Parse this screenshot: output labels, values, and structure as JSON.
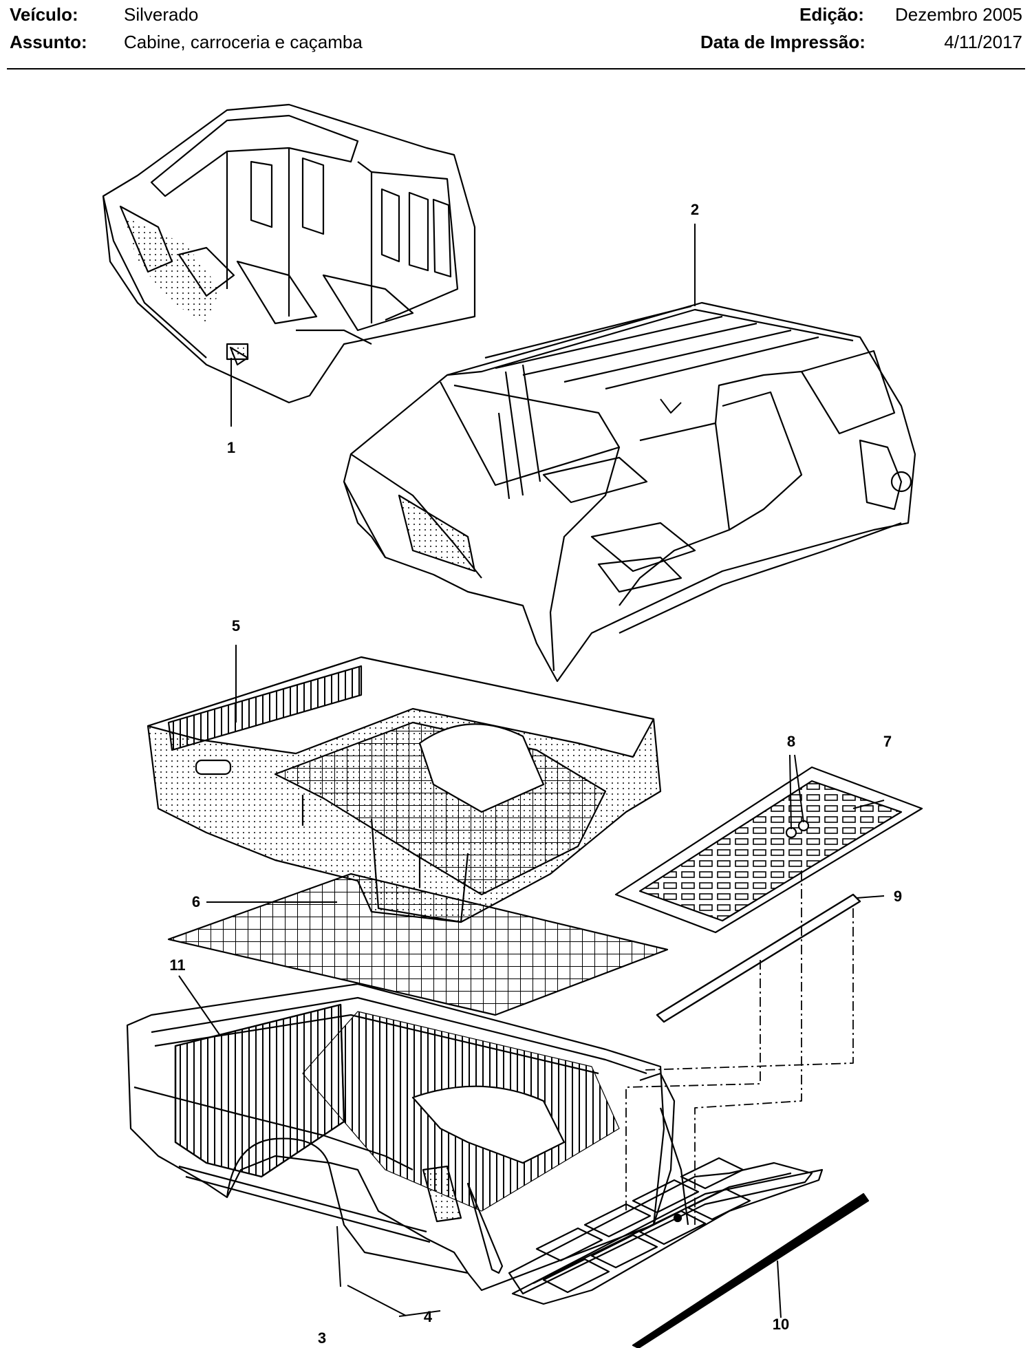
{
  "header": {
    "vehicle_label": "Veículo:",
    "vehicle_value": "Silverado",
    "subject_label": "Assunto:",
    "subject_value": "Cabine, carroceria e caçamba",
    "edition_label": "Edição:",
    "edition_value": "Dezembro 2005",
    "print_date_label": "Data de Impressão:",
    "print_date_value": "4/11/2017"
  },
  "diagram": {
    "callouts": [
      "1",
      "2",
      "3",
      "4",
      "5",
      "6",
      "7",
      "8",
      "9",
      "10",
      "11"
    ],
    "parts": [
      {
        "callout": "1",
        "icon": "single-cab-body-shell"
      },
      {
        "callout": "2",
        "icon": "extended-cab-body-shell"
      },
      {
        "callout": "3",
        "icon": "pickup-bed-side"
      },
      {
        "callout": "4",
        "icon": "tailgate"
      },
      {
        "callout": "5",
        "icon": "bed-liner"
      },
      {
        "callout": "6",
        "icon": "bed-mat"
      },
      {
        "callout": "7",
        "icon": "tailgate-liner"
      },
      {
        "callout": "8",
        "icon": "fastener-pair"
      },
      {
        "callout": "9",
        "icon": "tailgate-cap-strip"
      },
      {
        "callout": "10",
        "icon": "tailgate-seal-strip"
      },
      {
        "callout": "11",
        "icon": "bed-divider"
      }
    ]
  },
  "colors": {
    "line": "#000000",
    "background": "#ffffff"
  }
}
